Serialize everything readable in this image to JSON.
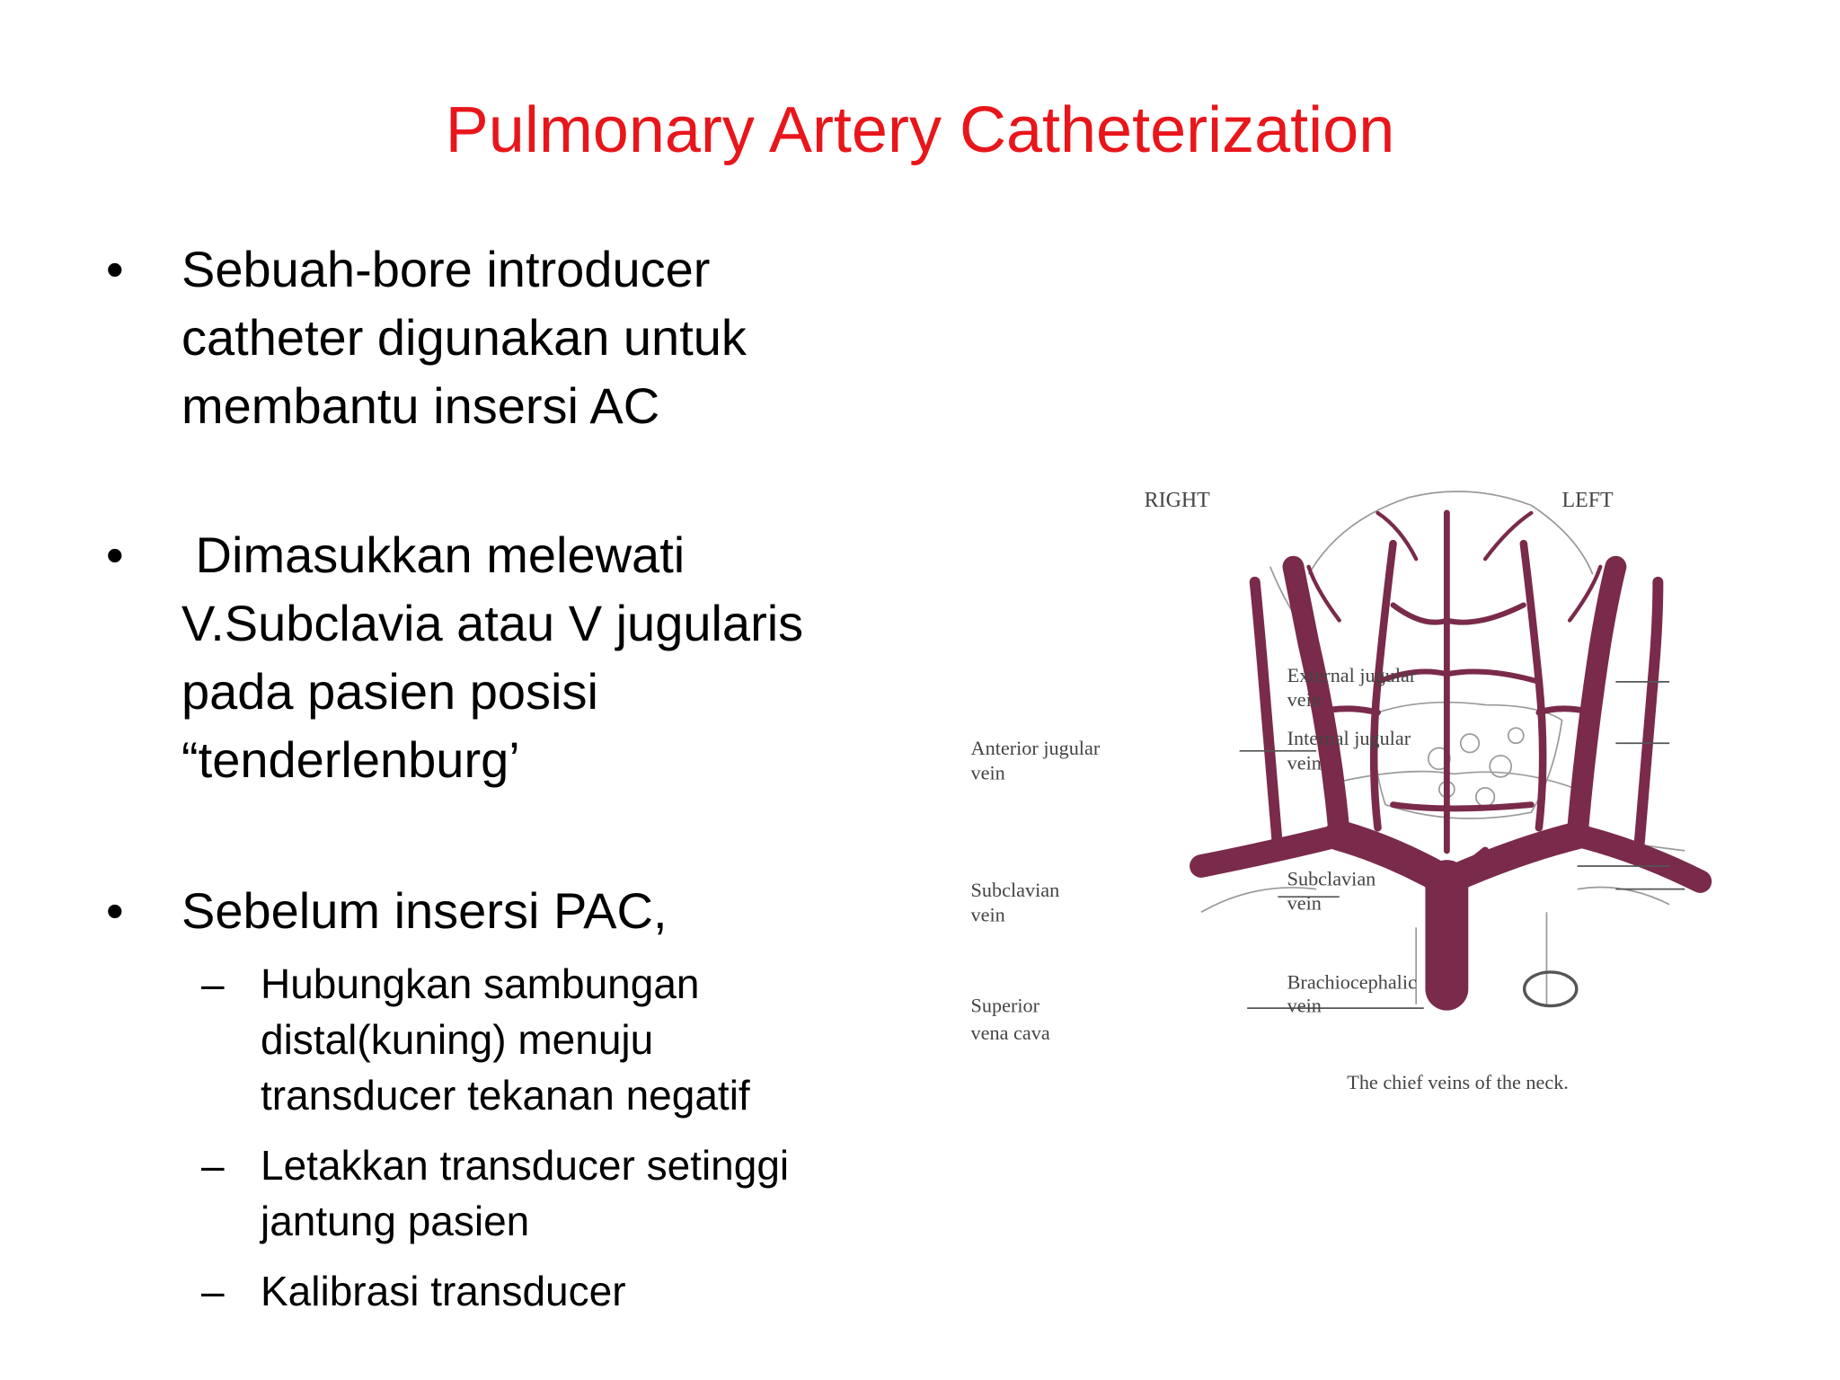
{
  "slide": {
    "title": "Pulmonary Artery Catheterization",
    "title_color": "#e8161b",
    "bullet_glyph": "•",
    "dash_glyph": "–",
    "bullets": [
      {
        "lines": [
          "Sebuah-bore introducer",
          "catheter digunakan untuk",
          "membantu insersi AC"
        ]
      },
      {
        "lines": [
          " Dimasukkan melewati",
          "V.Subclavia atau V jugularis",
          "pada pasien posisi",
          "“tenderlenburg’"
        ]
      },
      {
        "lines": [
          "Sebelum insersi PAC,"
        ],
        "subitems": [
          {
            "lines": [
              "Hubungkan sambungan",
              "distal(kuning) menuju",
              "transducer tekanan negatif"
            ]
          },
          {
            "lines": [
              "Letakkan transducer setinggi",
              "jantung pasien"
            ]
          },
          {
            "lines": [
              "Kalibrasi transducer"
            ]
          }
        ]
      }
    ]
  },
  "figure": {
    "vein_color": "#7a2a4a",
    "labels": {
      "right": "RIGHT",
      "left": "LEFT",
      "external_jugular_1": "External jugular",
      "external_jugular_2": "vein",
      "internal_jugular_1": "Internal jugular",
      "internal_jugular_2": "vein",
      "anterior_jugular_1": "Anterior jugular",
      "anterior_jugular_2": "vein",
      "subclavian_r_1": "Subclavian",
      "subclavian_r_2": "vein",
      "subclavian_l_1": "Subclavian",
      "subclavian_l_2": "vein",
      "brachiocephalic_1": "Brachiocephalic",
      "brachiocephalic_2": "vein",
      "superior_vc_1": "Superior",
      "superior_vc_2": "vena cava",
      "caption": "The chief veins of the neck."
    }
  }
}
